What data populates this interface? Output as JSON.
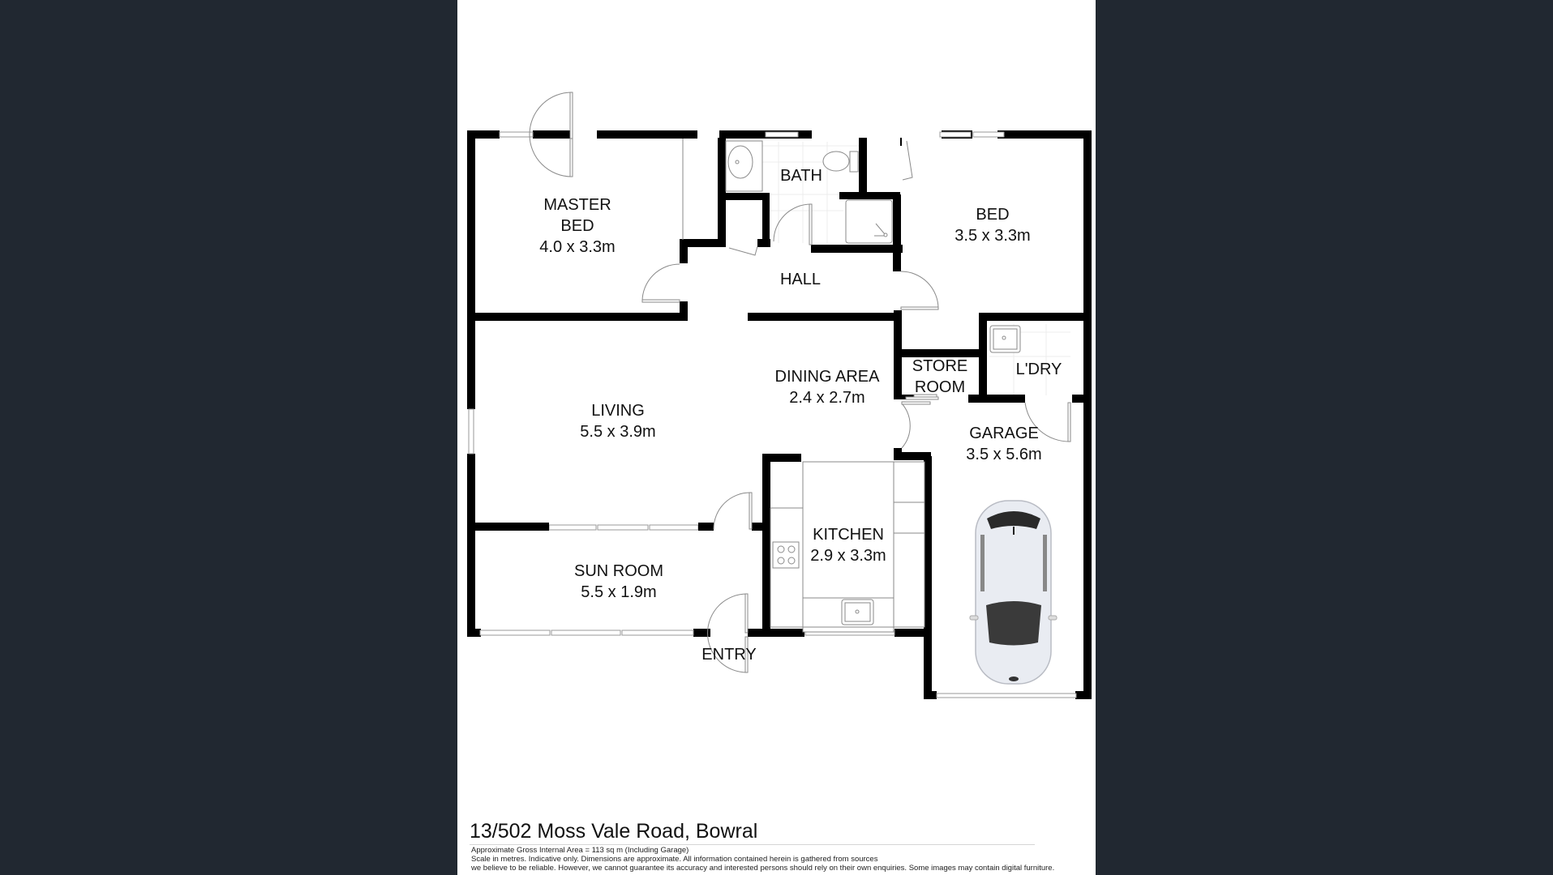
{
  "colors": {
    "background": "#212831",
    "sheet": "#ffffff",
    "walls": "#000000",
    "fixtures": "#8a8a8a"
  },
  "rooms": {
    "master_bed": {
      "name": "MASTER",
      "name2": "BED",
      "size": "4.0 x 3.3m"
    },
    "bath": {
      "name": "BATH"
    },
    "bed": {
      "name": "BED",
      "size": "3.5 x 3.3m"
    },
    "hall": {
      "name": "HALL"
    },
    "living": {
      "name": "LIVING",
      "size": "5.5 x 3.9m"
    },
    "dining": {
      "name": "DINING AREA",
      "size": "2.4 x 2.7m"
    },
    "store_room": {
      "name": "STORE",
      "name2": "ROOM"
    },
    "laundry": {
      "name": "L'DRY"
    },
    "garage": {
      "name": "GARAGE",
      "size": "3.5 x 5.6m"
    },
    "kitchen": {
      "name": "KITCHEN",
      "size": "2.9 x 3.3m"
    },
    "sun_room": {
      "name": "SUN ROOM",
      "size": "5.5 x 1.9m"
    },
    "entry": {
      "name": "ENTRY"
    }
  },
  "footer": {
    "address": "13/502 Moss Vale Road, Bowral",
    "area_note": "Approximate Gross Internal Area = 113 sq m (Including Garage)",
    "disclaimer_1": "Scale in metres. Indicative only. Dimensions are approximate. All information contained herein is gathered from sources",
    "disclaimer_2": "we believe to be reliable. However, we cannot guarantee its accuracy and interested persons should rely on their own enquiries. Some images may contain digital furniture."
  },
  "icons": [
    "door-swing-icon",
    "window-icon",
    "basin-icon",
    "toilet-icon",
    "shower-icon",
    "cooktop-icon",
    "sink-icon",
    "laundry-tub-icon",
    "car-icon"
  ]
}
